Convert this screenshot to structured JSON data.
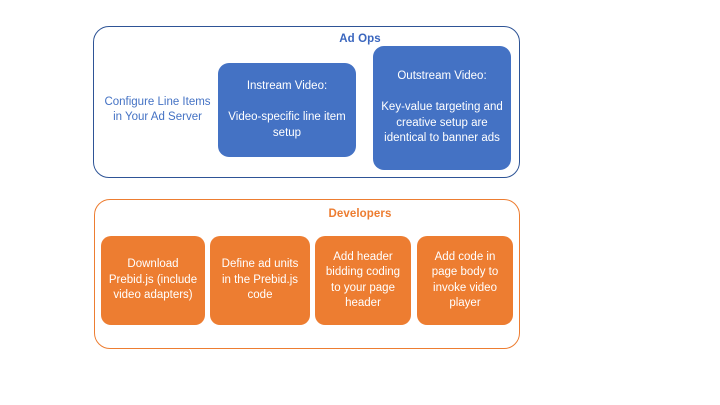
{
  "diagram": {
    "background_color": "#FFFFFF",
    "accent_blue": "#4472C4",
    "accent_blue_border": "#2E5496",
    "accent_orange": "#ED7D31",
    "groups": [
      {
        "id": "ad-ops",
        "title": "Ad Ops",
        "title_color": "#3A66BE",
        "border_color": "#2E5496",
        "items": [
          {
            "id": "configure-line-items",
            "style": "plain",
            "text": "Configure Line Items in Your Ad Server",
            "text_color": "#4472C4"
          },
          {
            "id": "instream-video",
            "style": "filled-blue",
            "fill": "#4472C4",
            "text": "Instream Video:\n\nVideo-specific line item setup"
          },
          {
            "id": "outstream-video",
            "style": "filled-blue",
            "fill": "#4472C4",
            "text": "Outstream Video:\n\nKey-value targeting and creative setup are identical to banner ads"
          }
        ]
      },
      {
        "id": "developers",
        "title": "Developers",
        "title_color": "#ED7D31",
        "border_color": "#ED7D31",
        "items": [
          {
            "id": "download-prebid",
            "style": "filled-orange",
            "fill": "#ED7D31",
            "text": "Download Prebid.js (include video adapters)"
          },
          {
            "id": "define-ad-units",
            "style": "filled-orange",
            "fill": "#ED7D31",
            "text": "Define ad units in the Prebid.js code"
          },
          {
            "id": "add-header-bidding",
            "style": "filled-orange",
            "fill": "#ED7D31",
            "text": "Add header bidding coding to your page header"
          },
          {
            "id": "add-page-body-code",
            "style": "filled-orange",
            "fill": "#ED7D31",
            "text": "Add code in page body to invoke video player"
          }
        ]
      }
    ]
  }
}
